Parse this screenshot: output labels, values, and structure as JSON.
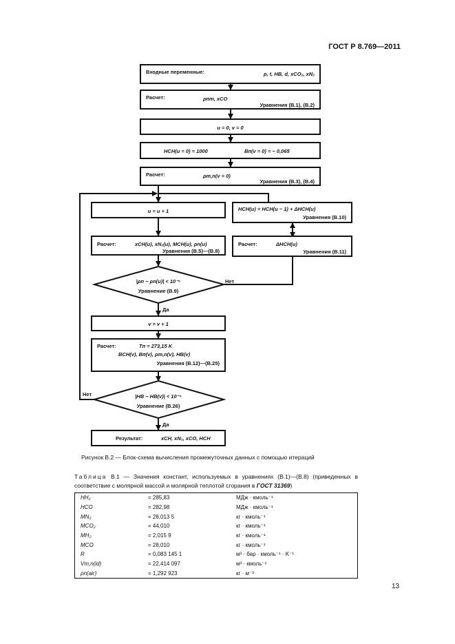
{
  "header": {
    "doc_code": "ГОСТ Р 8.769—2011"
  },
  "flowchart": {
    "input": {
      "label": "Входные переменные:",
      "vars": "p, t, HВ, d, xCO₂, xN₂"
    },
    "calc1": {
      "label": "Расчет:",
      "vars": "ρпт, xCO",
      "eq": "Уравнения (B.1), (B.2)"
    },
    "init": {
      "text": "u = 0, v = 0"
    },
    "init2": {
      "left": "HCH(u = 0) = 1000",
      "right": "Bп(v = 0) = − 0,065"
    },
    "calc2": {
      "label": "Расчет:",
      "vars": "ρm,n(v = 0)",
      "eq": "Уравнения (B.3), (B.4)"
    },
    "inc_u": {
      "text": "u = u + 1"
    },
    "update_h": {
      "line1": "HCH(u) = HCH(u − 1) + ΔHCH(u)",
      "eq": "Уравнения (B.10)"
    },
    "calc3": {
      "label": "Расчет:",
      "vars": "xCH(u), xN₂(u), MCH(u), ρn(u)",
      "eq": "Уравнения (B.5)—(B.8)"
    },
    "calc4": {
      "label": "Расчет:",
      "vars": "ΔHCH(u)",
      "eq": "Уравнения (B.11)"
    },
    "dec1": {
      "cond": "|ρп − ρn(u)| < 10⁻⁶",
      "eq": "Уравнение (B.9)",
      "no": "Нет",
      "yes": "Да"
    },
    "inc_v": {
      "text": "v = v + 1"
    },
    "calc5": {
      "label": "Расчет:",
      "line1": "Tп = 273,15 K",
      "line2": "BCH(v), Bп(v), ρm,n(v), HВ(v)",
      "eq": "Уравнения (B.12)—(B.25)"
    },
    "dec2": {
      "cond": "|HВ − HВ(v)| < 10⁻⁴",
      "eq": "Уравнение (B.26)",
      "no": "Нет",
      "yes": "Да"
    },
    "result": {
      "label": "Результат:",
      "vars": "xCH, xN₂, xCO, HCH"
    }
  },
  "figure_caption": "Рисунок B.2 — Блок-схема вычисления промежуточных данных с помощью итераций",
  "table": {
    "spaced": "Таблица",
    "rest": " B.1 — Значения констант, используемых в уравнениях (B.1)—(B.8) (приведенных в соответствие с молярной массой и молярной теплотой сгорания в ",
    "bold_ref": "ГОСТ 31369",
    "close": ")",
    "rows": [
      {
        "symbol": "HH₂",
        "value": "= 285,83",
        "unit": "МДж · кмоль⁻¹"
      },
      {
        "symbol": "HCO",
        "value": "= 282,98",
        "unit": "МДж · кмоль⁻¹"
      },
      {
        "symbol": "MN₂",
        "value": "= 28,013 5",
        "unit": "кг · кмоль⁻¹"
      },
      {
        "symbol": "MCO₂",
        "value": "= 44,010",
        "unit": "кг · кмоль⁻¹"
      },
      {
        "symbol": "MH₂",
        "value": "= 2,015 9",
        "unit": "кг · кмоль⁻¹"
      },
      {
        "symbol": "MCO",
        "value": "= 28,010",
        "unit": "кг · кмоль⁻¹"
      },
      {
        "symbol": "R",
        "value": "= 0,083 145 1",
        "unit": "м³ · бар · кмоль⁻¹ · K⁻¹"
      },
      {
        "symbol": "Vm,n(id)",
        "value": "= 22,414 097",
        "unit": "м³ · кмоль⁻¹"
      },
      {
        "symbol": "ρn(air)",
        "value": "= 1,292 923",
        "unit": "кг · м⁻³"
      }
    ]
  },
  "page_number": "13"
}
